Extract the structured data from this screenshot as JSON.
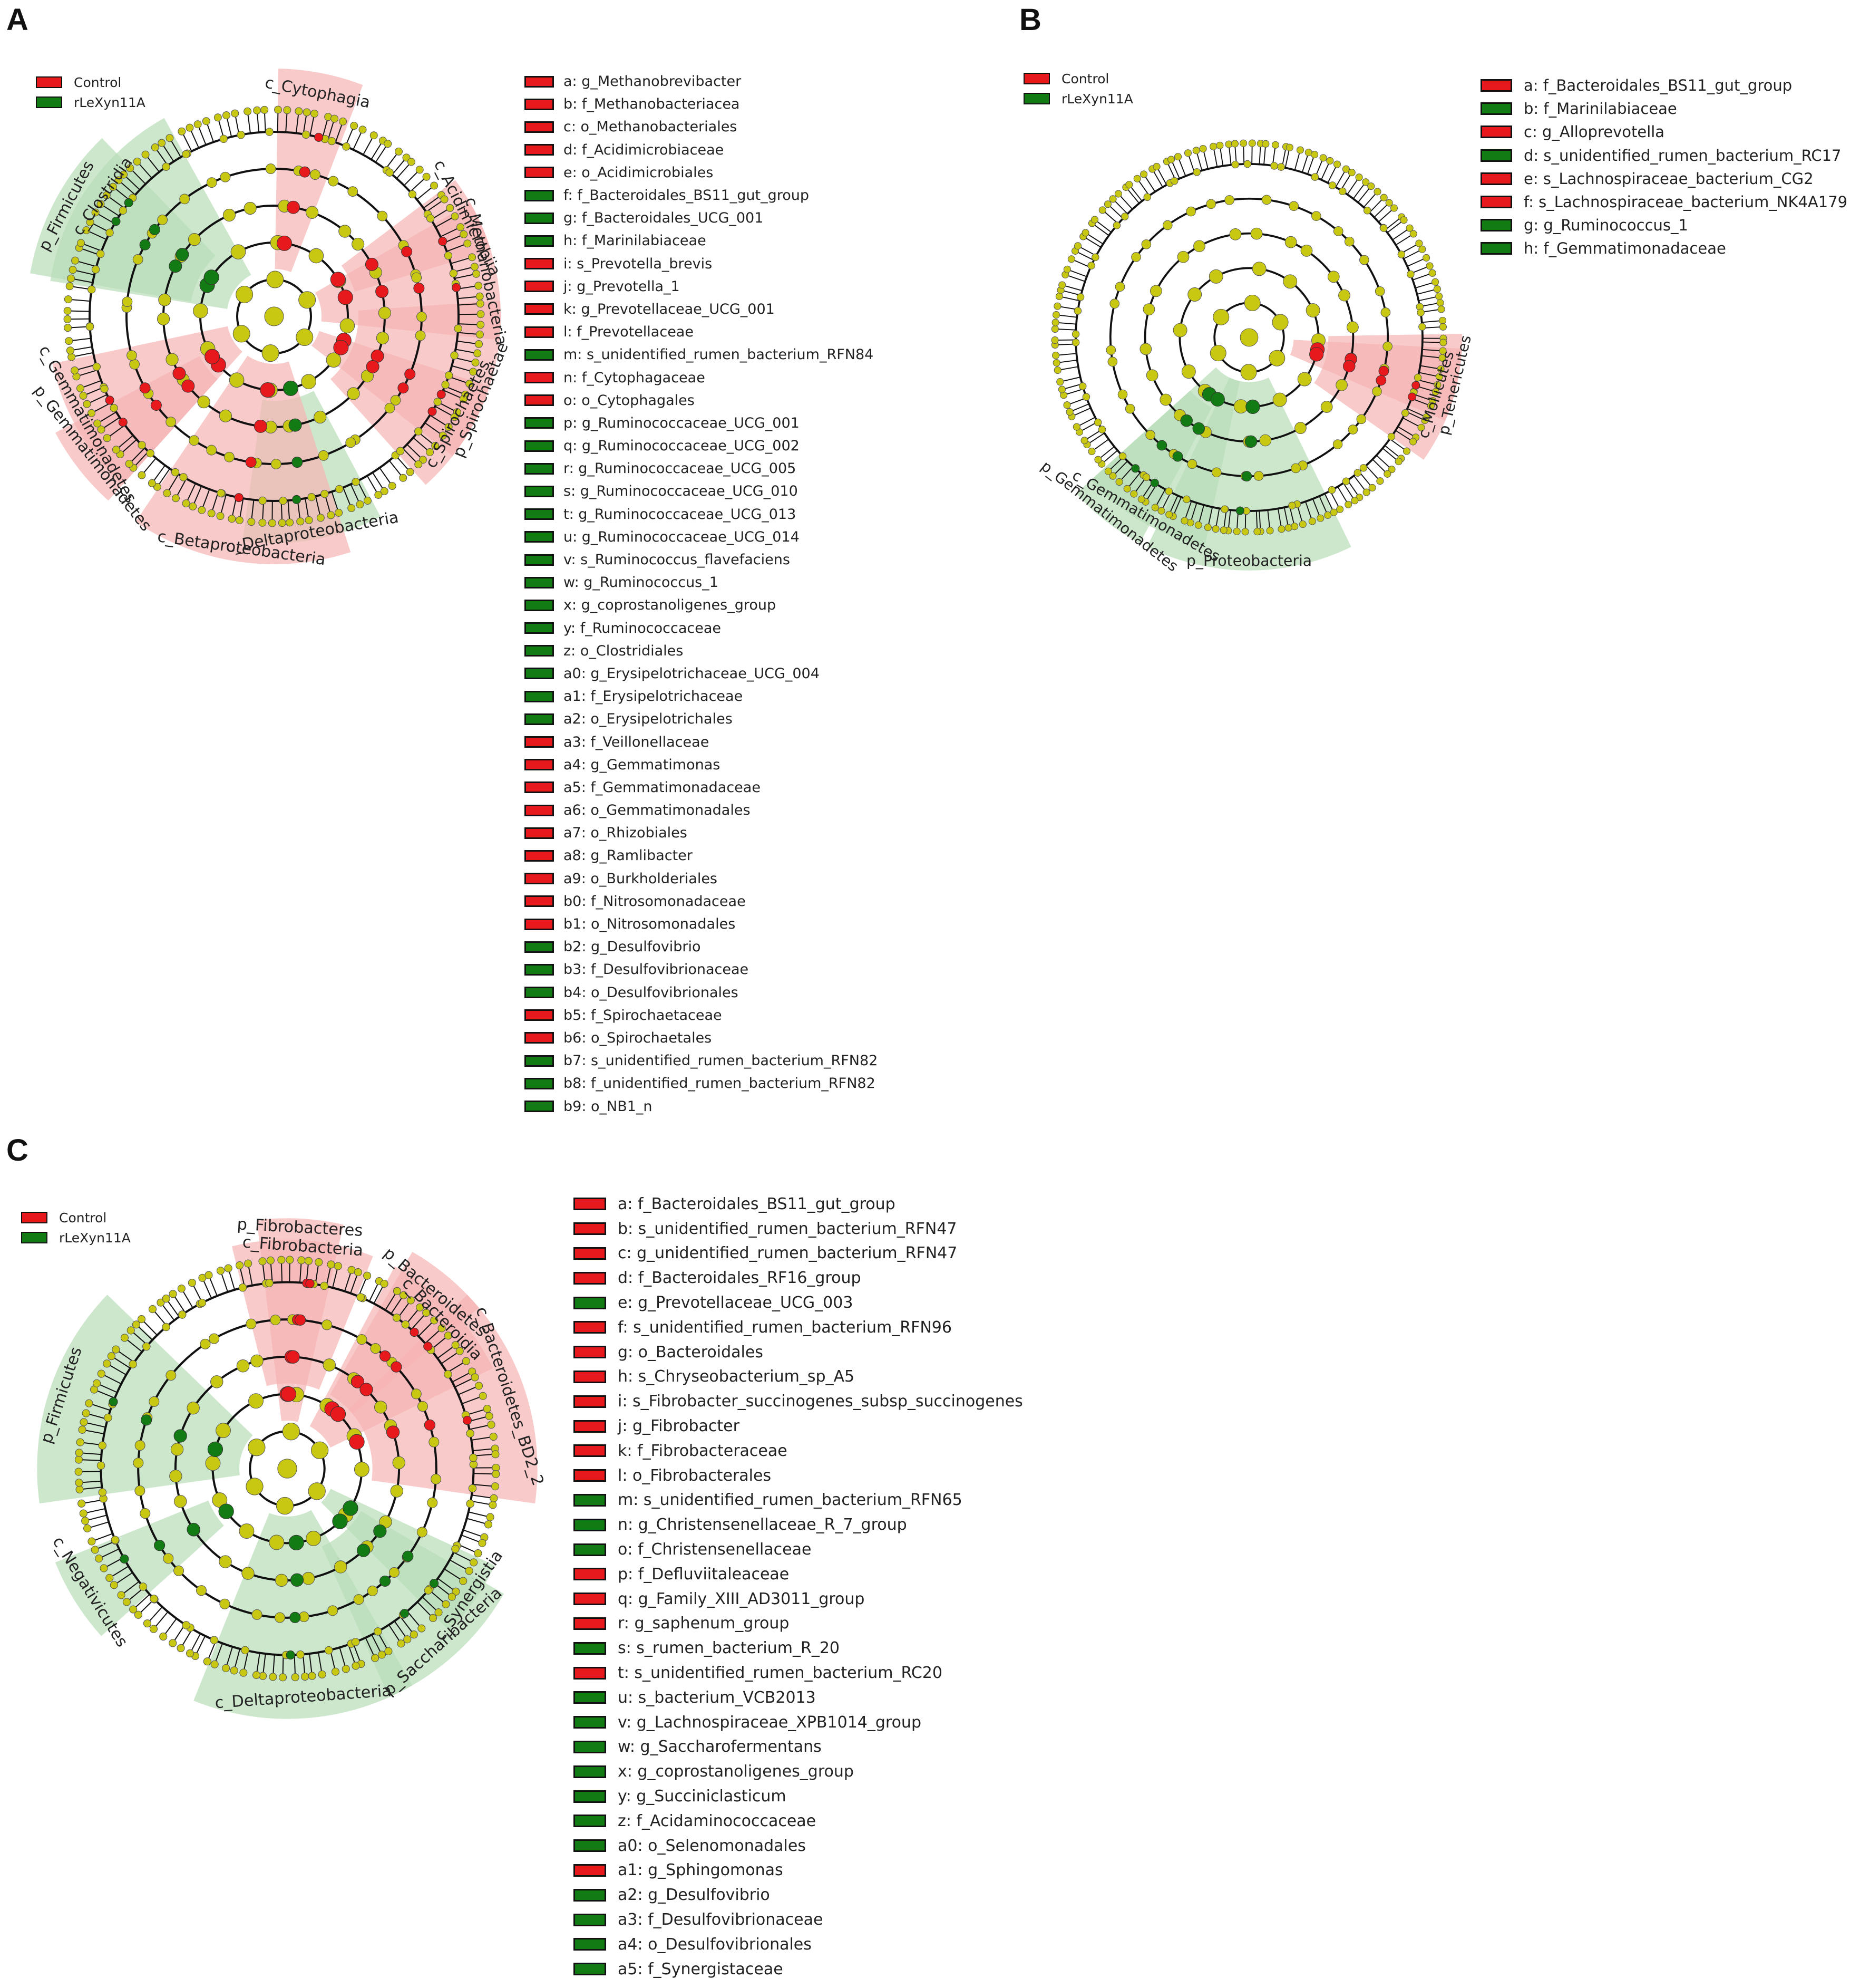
{
  "colors": {
    "control": "#e8191c",
    "rlexyn11a": "#137b13",
    "node_default": "#c8c813",
    "shade_control": "#f7b4b4",
    "shade_rlexyn11a": "#b8ddb8"
  },
  "group_legend": [
    {
      "label": "Control",
      "color": "#e8191c"
    },
    {
      "label": "rLeXyn11A",
      "color": "#137b13"
    }
  ],
  "panels": [
    {
      "letter": "A",
      "clade_labels": [
        {
          "text": "c_Cytophagia",
          "color": "control",
          "angle": 11,
          "radius": 1.06
        },
        {
          "text": "p_Firmicutes",
          "color": "rlexyn11a",
          "angle": -62,
          "radius": 1.1
        },
        {
          "text": "c_Clostridia",
          "color": "rlexyn11a",
          "angle": -55,
          "radius": 0.96
        },
        {
          "text": "c_Acidimicrobiia",
          "color": "control",
          "angle": 63,
          "radius": 1.0
        },
        {
          "text": "c_Methanobacteria",
          "color": "control",
          "angle": 78,
          "radius": 1.0
        },
        {
          "text": "p_Spirochaetae",
          "color": "control",
          "angle": 112,
          "radius": 1.04
        },
        {
          "text": "c_Spirochaetes",
          "color": "control",
          "angle": 118,
          "radius": 0.96
        },
        {
          "text": "c_Deltaproteobacteria",
          "color": "rlexyn11a",
          "angle": 170,
          "radius": 1.02
        },
        {
          "text": "c_Betaproteobacteria",
          "color": "control",
          "angle": 188,
          "radius": 1.1
        },
        {
          "text": "p_Gemmatimonadetes",
          "color": "control",
          "angle": 232,
          "radius": 1.08
        },
        {
          "text": "c_Gemmatimonadetes",
          "color": "control",
          "angle": 240,
          "radius": 1.0
        }
      ],
      "legend": [
        {
          "key": "a: g_Methanobrevibacter",
          "group": "control"
        },
        {
          "key": "b: f_Methanobacteriacea",
          "group": "control"
        },
        {
          "key": "c: o_Methanobacteriales",
          "group": "control"
        },
        {
          "key": "d: f_Acidimicrobiaceae",
          "group": "control"
        },
        {
          "key": "e: o_Acidimicrobiales",
          "group": "control"
        },
        {
          "key": "f: f_Bacteroidales_BS11_gut_group",
          "group": "rlexyn11a"
        },
        {
          "key": "g: f_Bacteroidales_UCG_001",
          "group": "rlexyn11a"
        },
        {
          "key": "h: f_Marinilabiaceae",
          "group": "rlexyn11a"
        },
        {
          "key": "i: s_Prevotella_brevis",
          "group": "control"
        },
        {
          "key": "j: g_Prevotella_1",
          "group": "control"
        },
        {
          "key": "k: g_Prevotellaceae_UCG_001",
          "group": "control"
        },
        {
          "key": "l: f_Prevotellaceae",
          "group": "control"
        },
        {
          "key": "m: s_unidentified_rumen_bacterium_RFN84",
          "group": "rlexyn11a"
        },
        {
          "key": "n: f_Cytophagaceae",
          "group": "control"
        },
        {
          "key": "o: o_Cytophagales",
          "group": "control"
        },
        {
          "key": "p: g_Ruminococcaceae_UCG_001",
          "group": "rlexyn11a"
        },
        {
          "key": "q: g_Ruminococcaceae_UCG_002",
          "group": "rlexyn11a"
        },
        {
          "key": "r: g_Ruminococcaceae_UCG_005",
          "group": "rlexyn11a"
        },
        {
          "key": "s: g_Ruminococcaceae_UCG_010",
          "group": "rlexyn11a"
        },
        {
          "key": "t: g_Ruminococcaceae_UCG_013",
          "group": "rlexyn11a"
        },
        {
          "key": "u: g_Ruminococcaceae_UCG_014",
          "group": "rlexyn11a"
        },
        {
          "key": "v: s_Ruminococcus_flavefaciens",
          "group": "rlexyn11a"
        },
        {
          "key": "w: g_Ruminococcus_1",
          "group": "rlexyn11a"
        },
        {
          "key": "x: g_coprostanoligenes_group",
          "group": "rlexyn11a"
        },
        {
          "key": "y: f_Ruminococcaceae",
          "group": "rlexyn11a"
        },
        {
          "key": "z: o_Clostridiales",
          "group": "rlexyn11a"
        },
        {
          "key": "a0: g_Erysipelotrichaceae_UCG_004",
          "group": "rlexyn11a"
        },
        {
          "key": "a1: f_Erysipelotrichaceae",
          "group": "rlexyn11a"
        },
        {
          "key": "a2: o_Erysipelotrichales",
          "group": "rlexyn11a"
        },
        {
          "key": "a3: f_Veillonellaceae",
          "group": "control"
        },
        {
          "key": "a4: g_Gemmatimonas",
          "group": "control"
        },
        {
          "key": "a5: f_Gemmatimonadaceae",
          "group": "control"
        },
        {
          "key": "a6: o_Gemmatimonadales",
          "group": "control"
        },
        {
          "key": "a7: o_Rhizobiales",
          "group": "control"
        },
        {
          "key": "a8: g_Ramlibacter",
          "group": "control"
        },
        {
          "key": "a9: o_Burkholderiales",
          "group": "control"
        },
        {
          "key": "b0: f_Nitrosomonadaceae",
          "group": "control"
        },
        {
          "key": "b1: o_Nitrosomonadales",
          "group": "control"
        },
        {
          "key": "b2: g_Desulfovibrio",
          "group": "rlexyn11a"
        },
        {
          "key": "b3: f_Desulfovibrionaceae",
          "group": "rlexyn11a"
        },
        {
          "key": "b4: o_Desulfovibrionales",
          "group": "rlexyn11a"
        },
        {
          "key": "b5: f_Spirochaetaceae",
          "group": "control"
        },
        {
          "key": "b6: o_Spirochaetales",
          "group": "control"
        },
        {
          "key": "b7: s_unidentified_rumen_bacterium_RFN82",
          "group": "rlexyn11a"
        },
        {
          "key": "b8: f_unidentified_rumen_bacterium_RFN82",
          "group": "rlexyn11a"
        },
        {
          "key": "b9: o_NB1_n",
          "group": "rlexyn11a"
        }
      ]
    },
    {
      "letter": "B",
      "clade_labels": [
        {
          "text": "p_Tenericutes",
          "color": "control",
          "angle": 103,
          "radius": 1.05
        },
        {
          "text": "c_Mollicutes",
          "color": "control",
          "angle": 107,
          "radius": 0.96
        },
        {
          "text": "p_Proteobacteria",
          "color": "rlexyn11a",
          "angle": 180,
          "radius": 1.12
        },
        {
          "text": "p_Gemmatimonadetes",
          "color": "rlexyn11a",
          "angle": 218,
          "radius": 1.14
        },
        {
          "text": "c_Gemmatimonadetes",
          "color": "rlexyn11a",
          "angle": 210,
          "radius": 1.02
        }
      ],
      "legend": [
        {
          "key": "a: f_Bacteroidales_BS11_gut_group",
          "group": "control"
        },
        {
          "key": "b: f_Marinilabiaceae",
          "group": "rlexyn11a"
        },
        {
          "key": "c: g_Alloprevotella",
          "group": "control"
        },
        {
          "key": "d: s_unidentified_rumen_bacterium_RC17",
          "group": "rlexyn11a"
        },
        {
          "key": "e: s_Lachnospiraceae_bacterium_CG2",
          "group": "control"
        },
        {
          "key": "f: s_Lachnospiraceae_bacterium_NK4A179",
          "group": "control"
        },
        {
          "key": "g: g_Ruminococcus_1",
          "group": "rlexyn11a"
        },
        {
          "key": "h: f_Gemmatimonadaceae",
          "group": "rlexyn11a"
        }
      ]
    },
    {
      "letter": "C",
      "clade_labels": [
        {
          "text": "p_Fibrobacteres",
          "color": "control",
          "angle": 3,
          "radius": 1.12
        },
        {
          "text": "c_Fibrobacteria",
          "color": "control",
          "angle": 4,
          "radius": 1.02
        },
        {
          "text": "p_Firmicutes",
          "color": "rlexyn11a",
          "angle": -72,
          "radius": 1.1
        },
        {
          "text": "p_Bacteroidetes",
          "color": "control",
          "angle": 40,
          "radius": 1.06
        },
        {
          "text": "c_Bacteroidia",
          "color": "control",
          "angle": 46,
          "radius": 0.98
        },
        {
          "text": "c_Bacteroidetes_BD2_2",
          "color": "control",
          "angle": 72,
          "radius": 1.08
        },
        {
          "text": "c_Synergistia",
          "color": "rlexyn11a",
          "angle": 125,
          "radius": 1.02
        },
        {
          "text": "p_Saccharibacteria",
          "color": "rlexyn11a",
          "angle": 138,
          "radius": 1.08
        },
        {
          "text": "c_Deltaproteobacteria",
          "color": "rlexyn11a",
          "angle": 176,
          "radius": 1.06
        },
        {
          "text": "c_Negativicutes",
          "color": "rlexyn11a",
          "angle": 238,
          "radius": 1.08
        }
      ],
      "legend": [
        {
          "key": "a: f_Bacteroidales_BS11_gut_group",
          "group": "control"
        },
        {
          "key": "b: s_unidentified_rumen_bacterium_RFN47",
          "group": "control"
        },
        {
          "key": "c: g_unidentified_rumen_bacterium_RFN47",
          "group": "control"
        },
        {
          "key": "d: f_Bacteroidales_RF16_group",
          "group": "control"
        },
        {
          "key": "e: g_Prevotellaceae_UCG_003",
          "group": "rlexyn11a"
        },
        {
          "key": "f: s_unidentified_rumen_bacterium_RFN96",
          "group": "control"
        },
        {
          "key": "g: o_Bacteroidales",
          "group": "control"
        },
        {
          "key": "h: s_Chryseobacterium_sp_A5",
          "group": "control"
        },
        {
          "key": "i: s_Fibrobacter_succinogenes_subsp_succinogenes",
          "group": "control"
        },
        {
          "key": "j: g_Fibrobacter",
          "group": "control"
        },
        {
          "key": "k: f_Fibrobacteraceae",
          "group": "control"
        },
        {
          "key": "l: o_Fibrobacterales",
          "group": "control"
        },
        {
          "key": "m: s_unidentified_rumen_bacterium_RFN65",
          "group": "rlexyn11a"
        },
        {
          "key": "n: g_Christensenellaceae_R_7_group",
          "group": "rlexyn11a"
        },
        {
          "key": "o: f_Christensenellaceae",
          "group": "rlexyn11a"
        },
        {
          "key": "p: f_Defluviitaleaceae",
          "group": "control"
        },
        {
          "key": "q: g_Family_XIII_AD3011_group",
          "group": "control"
        },
        {
          "key": "r: g_saphenum_group",
          "group": "control"
        },
        {
          "key": "s: s_rumen_bacterium_R_20",
          "group": "rlexyn11a"
        },
        {
          "key": "t: s_unidentified_rumen_bacterium_RC20",
          "group": "control"
        },
        {
          "key": "u: s_bacterium_VCB2013",
          "group": "rlexyn11a"
        },
        {
          "key": "v: g_Lachnospiraceae_XPB1014_group",
          "group": "rlexyn11a"
        },
        {
          "key": "w: g_Saccharofermentans",
          "group": "rlexyn11a"
        },
        {
          "key": "x: g_coprostanoligenes_group",
          "group": "rlexyn11a"
        },
        {
          "key": "y: g_Succiniclasticum",
          "group": "rlexyn11a"
        },
        {
          "key": "z: f_Acidaminococcaceae",
          "group": "rlexyn11a"
        },
        {
          "key": "a0: o_Selenomonadales",
          "group": "rlexyn11a"
        },
        {
          "key": "a1: g_Sphingomonas",
          "group": "control"
        },
        {
          "key": "a2: g_Desulfovibrio",
          "group": "rlexyn11a"
        },
        {
          "key": "a3: f_Desulfovibrionaceae",
          "group": "rlexyn11a"
        },
        {
          "key": "a4: o_Desulfovibrionales",
          "group": "rlexyn11a"
        },
        {
          "key": "a5: f_Synergistaceae",
          "group": "rlexyn11a"
        }
      ]
    }
  ]
}
